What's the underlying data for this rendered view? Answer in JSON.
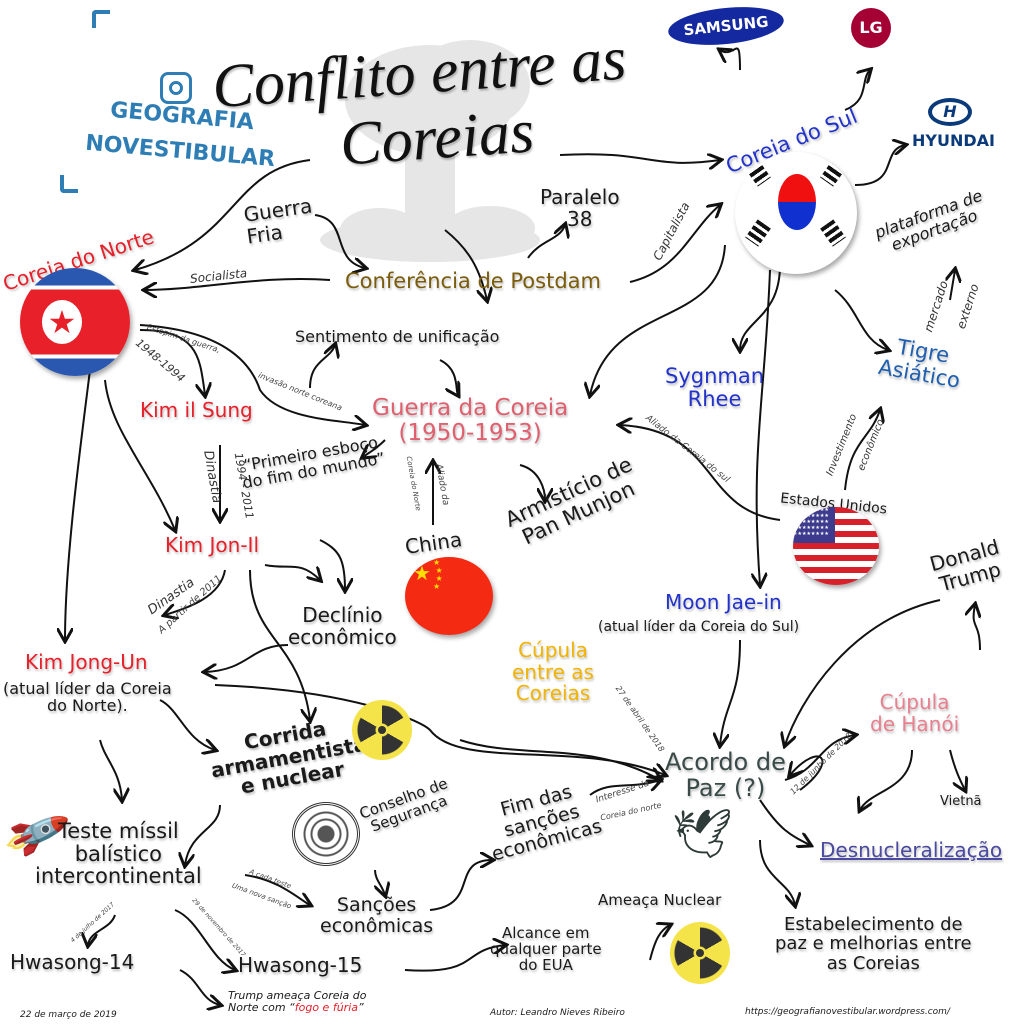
{
  "title": {
    "line1": "Conflito entre as",
    "line2": "Coreias"
  },
  "brand": {
    "line1": "GEOGRAFIA",
    "line2": "NOVESTIBULAR",
    "icon": "instagram-icon"
  },
  "colors": {
    "north_red": "#e8202a",
    "south_blue": "#2233cc",
    "postdam": "#7a5c0c",
    "war_pink": "#e06070",
    "cupula_yellow": "#f2b400",
    "hanoi_pink": "#e8808f",
    "acordo": "#3a4a48",
    "tiger_blue": "#1f5fb0",
    "brand_blue": "#2e7db5"
  },
  "nodes": {
    "coreia_norte": "Coreia do Norte",
    "coreia_sul": "Coreia do Sul",
    "guerra_fria": "Guerra\nFria",
    "paralelo": "Paralelo\n38",
    "postdam": "Conferência de Postdam",
    "socialista": "Socialista",
    "capitalista": "Capitalista",
    "samsung": "SAMSUNG",
    "lg": "LG",
    "hyundai": "HYUNDAI",
    "plataforma": "plataforma de\nexportação",
    "mercado": "mercado",
    "externo": "externo",
    "tigre": "Tigre\nAsiático",
    "sygnman": "Sygnman\nRhee",
    "sentimento": "Sentimento de unificação",
    "kim_il_sung": "Kim il Sung",
    "anos_1948": "1948-1994",
    "estopim": "Estopim da guerra,",
    "invasao": "invasão norte coreana",
    "guerra_coreia": "Guerra da Coreia\n(1950-1953)",
    "primeiro_esboco": "“Primeiro esboço\ndo fim do mundo”",
    "dinastia1": "Dinastia",
    "anos_1994": "1994 - 2011",
    "aliado_norte1": "Aliado da",
    "aliado_norte2": "Coreia do Norte",
    "china": "China",
    "armisticio": "Armistício de\nPan Munjon",
    "aliado_sul": "Aliado da Coreia do sul",
    "estados_unidos": "Estados Unidos",
    "investimento": "Investimento",
    "economico": "econômico",
    "donald_trump": "Donald\nTrump",
    "kim_jon_il": "Kim Jon-Il",
    "dinastia2": "Dinastia",
    "a_partir": "A partir de 2011",
    "declinio": "Declínio\neconômico",
    "moon": "Moon Jae-in",
    "moon_sub": "(atual líder da Coreia do Sul)",
    "cupula_coreias": "Cúpula\nentre as\nCoreias",
    "data_abril": "27 de abril de 2018",
    "kim_jong_un": "Kim Jong-Un",
    "kim_jong_un_sub": "(atual líder da Coreia\ndo Norte).",
    "cupula_hanoi": "Cúpula\nde Hanói",
    "data_junho": "12 de junho de 2018",
    "corrida": "Corrida\narmamentista\ne nuclear",
    "acordo": "Acordo de\nPaz (?)",
    "vietna": "Vietnã",
    "desnuclear": "Desnucleralização",
    "teste_missil": "Teste míssil\nbalístico\nintercontinental",
    "conselho": "Conselho de\nSegurança",
    "fim_sancoes": "Fim das\nsanções\neconômicas",
    "interesse1": "Interesse da",
    "interesse2": "Coreia do norte",
    "a_cada": "A cada teste",
    "nova_sancao": "Uma nova sanção",
    "sancoes": "Sanções\neconômicas",
    "estabelecimento": "Estabelecimento de\npaz e melhorias entre\nas Coreias",
    "ameaca": "Ameaça Nuclear",
    "alcance": "Alcance em\nqualquer parte\ndo EUA",
    "hwasong14": "Hwasong-14",
    "hwasong15": "Hwasong-15",
    "data_julho": "4 de julho de 2017",
    "data_novembro": "29 de novembro de 2017",
    "trump_ameaca": "Trump ameaça Coreia do\nNorte com “",
    "fogo": "fogo e fúria",
    "fecha_aspas": "”"
  },
  "footer": {
    "date": "22 de março de 2019",
    "author": "Autor: Leandro Nieves Ribeiro",
    "url": "https://geografianovestibular.wordpress.com/"
  }
}
